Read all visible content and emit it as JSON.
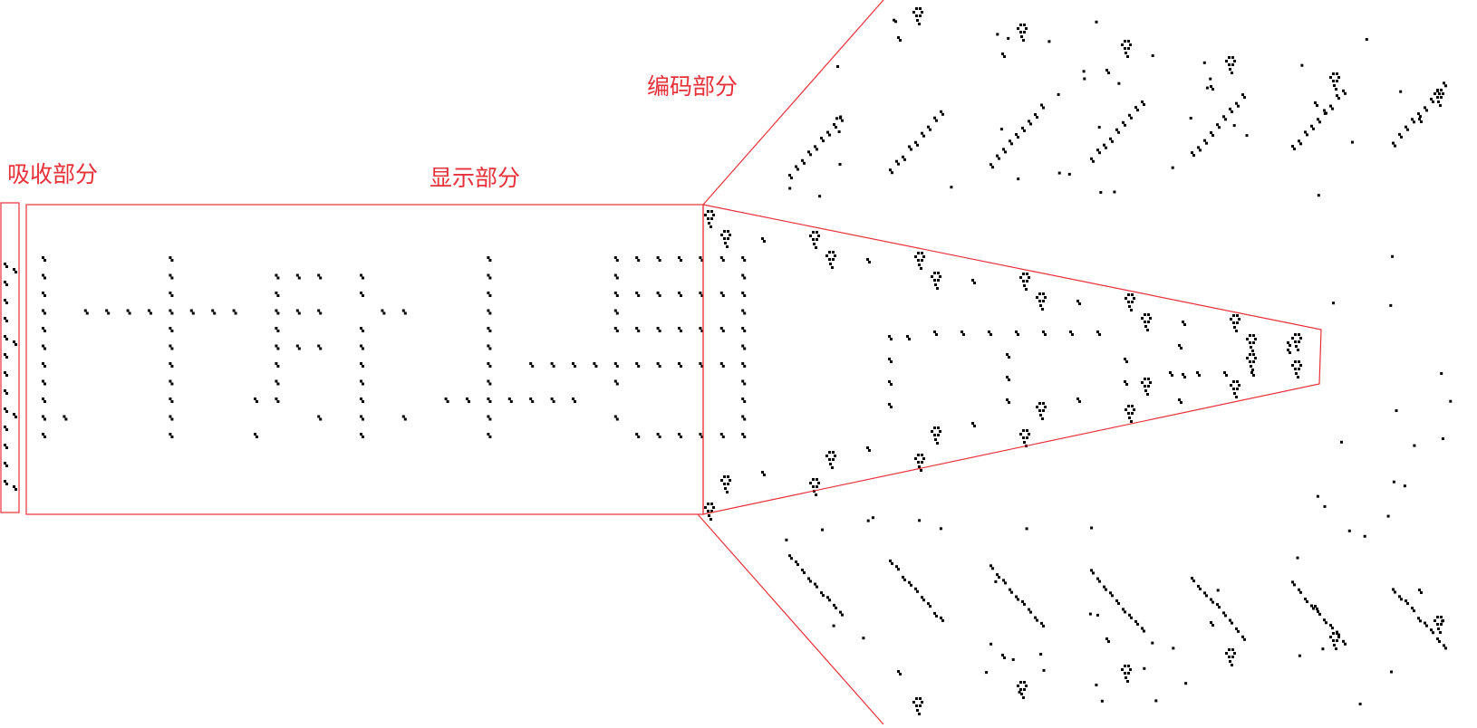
{
  "labels": {
    "absorb": "吸收部分",
    "display": "显示部分",
    "encode": "编码部分"
  },
  "colors": {
    "outline": "#e8303a",
    "cells": "#000000",
    "background": "#ffffff"
  }
}
